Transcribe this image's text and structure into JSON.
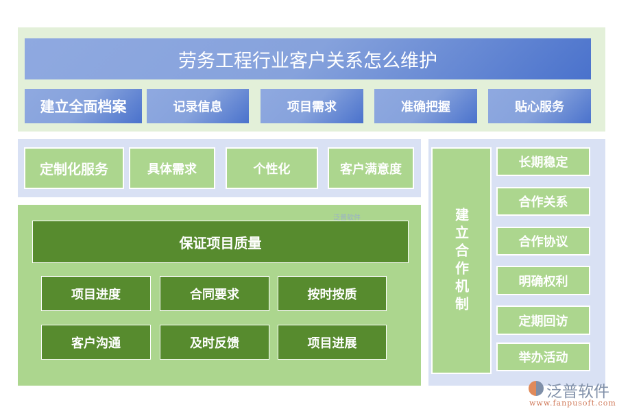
{
  "title": "劳务工程行业客户关系怎么维护",
  "top_items": [
    "建立全面档案",
    "记录信息",
    "项目需求",
    "准确把握",
    "贴心服务"
  ],
  "mid_items": [
    "定制化服务",
    "具体需求",
    "个性化",
    "客户满意度"
  ],
  "quality": {
    "title": "保证项目质量",
    "items": [
      "项目进度",
      "合同要求",
      "按时按质",
      "客户沟通",
      "及时反馈",
      "项目进展"
    ]
  },
  "mechanism": {
    "title": "建立合作机制",
    "items": [
      "长期稳定",
      "合作关系",
      "合作协议",
      "明确权利",
      "定期回访",
      "举办活动"
    ]
  },
  "watermark": {
    "name": "泛普软件",
    "url": "www.fanpusoft.com"
  },
  "colors": {
    "panel_green": "#e3f0d9",
    "panel_lavender": "#d9e1f4",
    "light_green": "#acd68e",
    "dark_green": "#578b2e",
    "blue": "#4a72cc"
  }
}
